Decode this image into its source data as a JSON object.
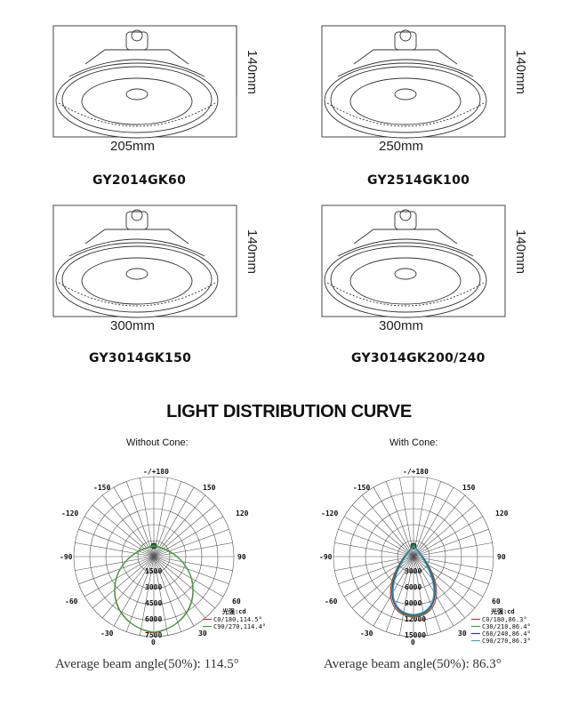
{
  "products": [
    {
      "width_label": "205mm",
      "height_label": "140mm",
      "model": "GY2014GK60"
    },
    {
      "width_label": "250mm",
      "height_label": "140mm",
      "model": "GY2514GK100"
    },
    {
      "width_label": "300mm",
      "height_label": "140mm",
      "model": "GY3014GK150"
    },
    {
      "width_label": "300mm",
      "height_label": "140mm",
      "model": "GY3014GK200/240"
    }
  ],
  "section_title": "LIGHT DISTRIBUTION CURVE",
  "charts": [
    {
      "title": "Without Cone:",
      "angle_labels": {
        "top": "-/+180",
        "a150l": "-150",
        "a150r": "150",
        "a120l": "-120",
        "a120r": "120",
        "a90l": "-90",
        "a90r": "90",
        "a60l": "-60",
        "a60r": "60",
        "a30l": "-30",
        "a30r": "30",
        "bottom": "0"
      },
      "radial_labels": [
        "1500",
        "3000",
        "4500",
        "6000",
        "7500"
      ],
      "legend_title": "光强:cd",
      "legend": [
        {
          "label": "C0/180,114.5°",
          "color": "#c0392b"
        },
        {
          "label": "C90/270,114.4°",
          "color": "#27ae3a"
        }
      ],
      "beam_text": "Average beam angle(50%): 114.5°"
    },
    {
      "title": "With Cone:",
      "angle_labels": {
        "top": "-/+180",
        "a150l": "-150",
        "a150r": "150",
        "a120l": "-120",
        "a120r": "120",
        "a90l": "-90",
        "a90r": "90",
        "a60l": "-60",
        "a60r": "60",
        "a30l": "-30",
        "a30r": "30",
        "bottom": "0"
      },
      "radial_labels": [
        "3000",
        "6000",
        "9000",
        "12000",
        "15000"
      ],
      "legend_title": "光强:cd",
      "legend": [
        {
          "label": "C0/180,86.3°",
          "color": "#c0392b"
        },
        {
          "label": "C30/210,86.4°",
          "color": "#27ae3a"
        },
        {
          "label": "C60/240,86.4°",
          "color": "#2c3e9e"
        },
        {
          "label": "C90/270,86.3°",
          "color": "#3aa6c8"
        }
      ],
      "beam_text": "Average beam angle(50%): 86.3°"
    }
  ]
}
